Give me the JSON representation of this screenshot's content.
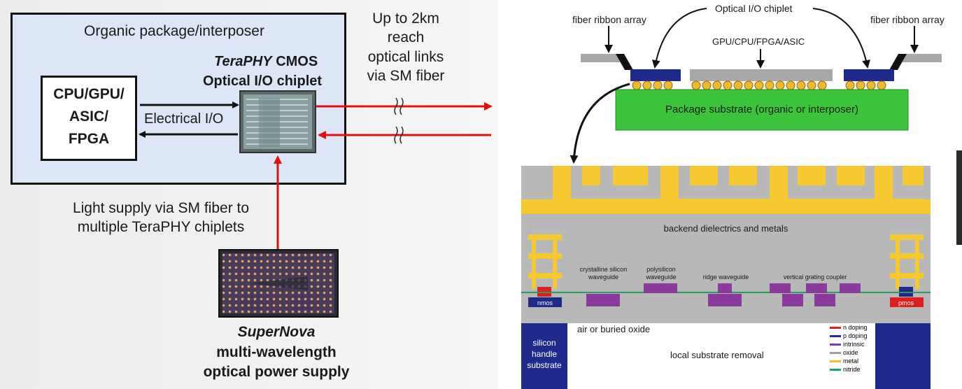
{
  "left": {
    "package_label": "Organic package/interposer",
    "host_chip": [
      "CPU/GPU/",
      "ASIC/",
      "FPGA"
    ],
    "chiplet_title_italic": "TeraPHY",
    "chiplet_title_rest": " CMOS",
    "chiplet_subtitle": "Optical I/O chiplet",
    "electrical_io": "Electrical I/O",
    "reach_text": [
      "Up to 2km",
      "reach",
      "optical links",
      "via SM fiber"
    ],
    "light_supply": [
      "Light supply via SM fiber to",
      "multiple TeraPHY chiplets"
    ],
    "supernova_title": "SuperNova",
    "supernova_desc": [
      "multi-wavelength",
      "optical power supply"
    ]
  },
  "right": {
    "fiber_left": "fiber ribbon array",
    "fiber_right": "fiber ribbon array",
    "optical_chiplet": "Optical I/O chiplet",
    "gpu_label": "GPU/CPU/FPGA/ASIC",
    "substrate": "Package substrate (organic or interposer)",
    "backend": "backend dielectrics and metals",
    "devices": [
      [
        "crystalline silicon",
        "waveguide"
      ],
      [
        "polysilicon",
        "waveguide"
      ],
      [
        "ridge waveguide"
      ],
      [
        "vertical grating coupler"
      ]
    ],
    "nmos": "nmos",
    "pmos": "pmos",
    "air_oxide": "air or buried oxide",
    "substrate_removal": "local substrate removal",
    "handle": [
      "silicon",
      "handle",
      "substrate"
    ],
    "legend": [
      {
        "label": "n doping",
        "color": "#e02020"
      },
      {
        "label": "p doping",
        "color": "#2a2a9a"
      },
      {
        "label": "intrinsic",
        "color": "#8a3a9a"
      },
      {
        "label": "oxide",
        "color": "#a0a0a0"
      },
      {
        "label": "metal",
        "color": "#f0c030"
      },
      {
        "label": "nitride",
        "color": "#20a060"
      }
    ]
  },
  "colors": {
    "package_fill": "#dce6f7",
    "arrow_red": "#e01010",
    "substrate_green": "#3cc43c",
    "chiplet_blue": "#1e2a8c",
    "metal_yellow": "#f5c830",
    "dielectric_gray": "#b8b8b8",
    "intrinsic_purple": "#8a3a9a"
  }
}
